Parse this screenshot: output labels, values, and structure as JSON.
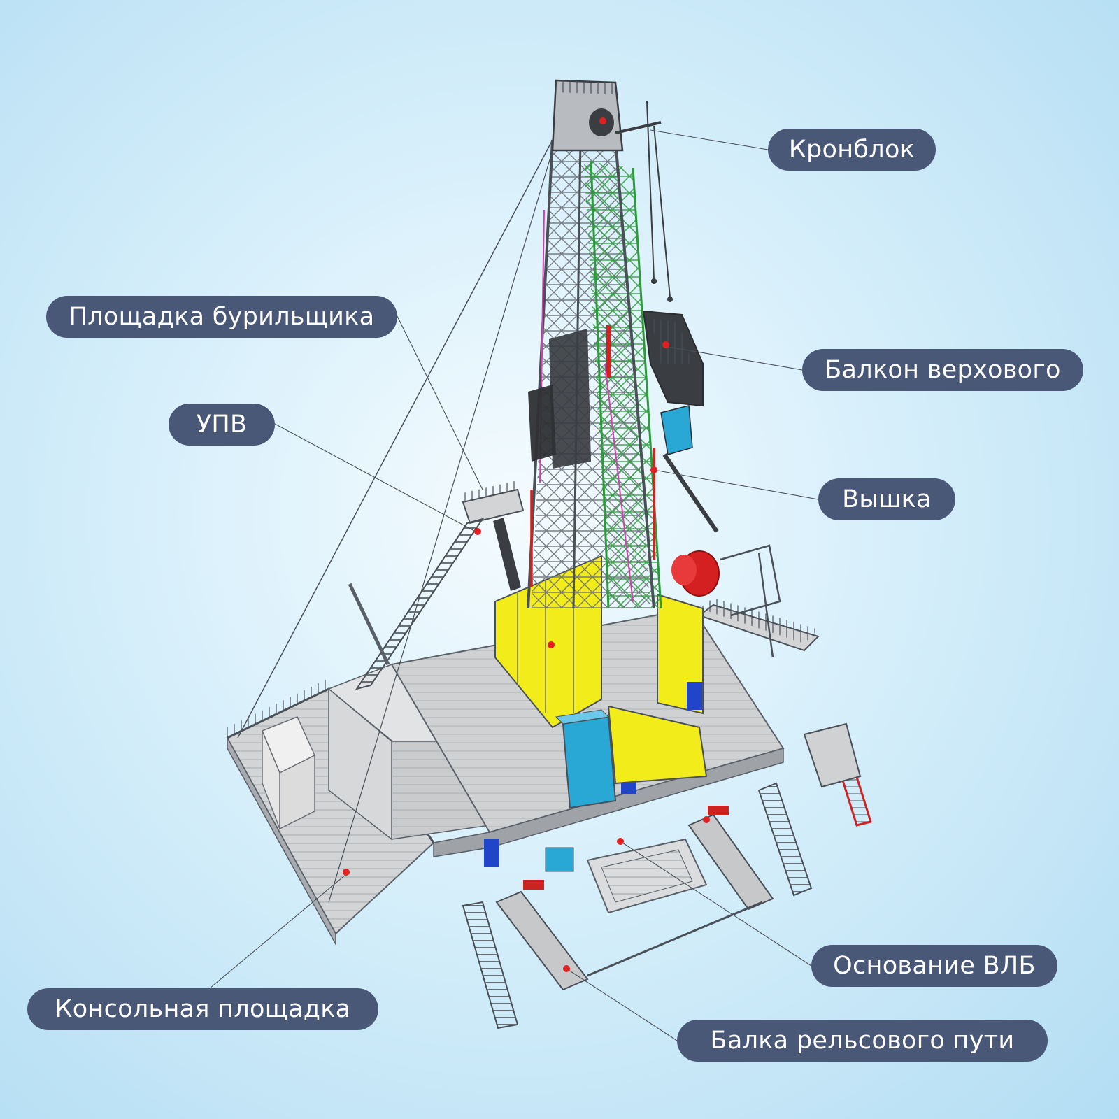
{
  "labels": {
    "kronblok": "Кронблок",
    "ploshchadka_burilshchika": "Площадка бурильщика",
    "balkon_verkhovogo": "Балкон верхового",
    "upv": "УПВ",
    "vyshka": "Вышка",
    "osnovanie_vlb": "Основание ВЛБ",
    "konsolnaya_ploshchadka": "Консольная площадка",
    "balka_relsovogo_puti": "Балка рельсового пути"
  },
  "colors": {
    "label_bg": "#4a5878",
    "label_text": "#ffffff",
    "leader_line": "#4a5058",
    "marker": "#e02020",
    "structure": "#5a6068",
    "platform_fill": "#d2d4d6",
    "cabin_yellow": "#f2ec1a",
    "cabin_cyan": "#29a8d6",
    "frame_green": "#2c9a3a",
    "frame_red": "#d42020",
    "frame_magenta": "#d040b0",
    "dark_panel": "#3a3d42",
    "hose_blue": "#2045c8"
  }
}
